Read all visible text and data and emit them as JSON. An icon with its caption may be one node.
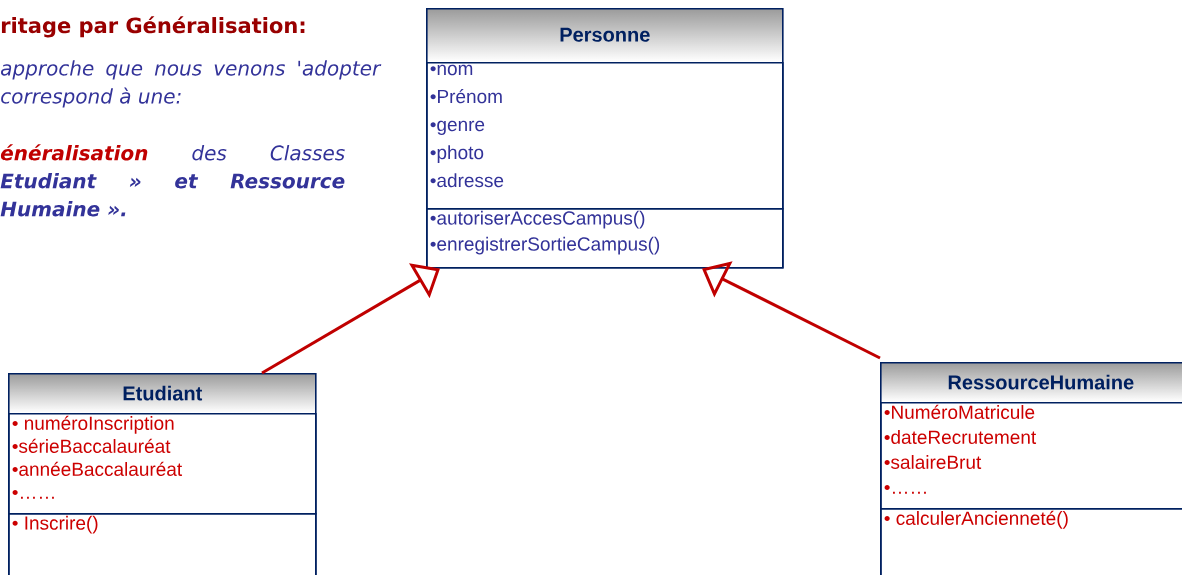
{
  "diagram": {
    "title": "ritage par Généralisation:",
    "nodes": [
      {
        "text": [
          "Personne"
        ]
      },
      {
        "text": [
          "•nom",
          "•Prénom",
          "•genre",
          "•photo",
          "•adresse"
        ],
        "in": 0
      },
      {
        "text": [
          "•autoriserAccesCampus()",
          "•enregistrerSortieCampus()"
        ],
        "in": 0
      },
      {
        "text": [
          "Etudiant"
        ]
      },
      {
        "text": [
          "• numéroInscription",
          "•sérieBaccalauréat",
          "•annéeBaccalauréat",
          "•……"
        ],
        "in": 3
      },
      {
        "text": [
          "• Inscrire()"
        ],
        "in": 3
      },
      {
        "text": [
          "RessourceHumaine"
        ]
      },
      {
        "text": [
          "•NuméroMatricule",
          "•dateRecrutement",
          "•salaireBrut",
          "•……"
        ],
        "in": 6
      },
      {
        "text": [
          "• calculerAncienneté()"
        ],
        "in": 6
      }
    ],
    "edges": [
      {
        "from": 3,
        "to": 0,
        "arrow": "to"
      },
      {
        "from": 6,
        "to": 0,
        "arrow": "to"
      }
    ],
    "labels": [
      "approche que nous venons 'adopter correspond à une:",
      "énéralisation",
      "des Classes **Etudiant » et Ressource Humaine ».**"
    ]
  }
}
